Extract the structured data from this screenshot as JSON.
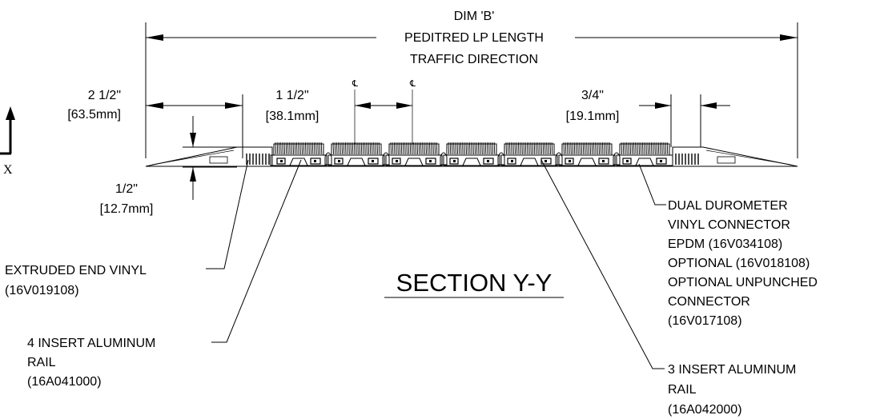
{
  "dimensions": {
    "overall_line1": "DIM 'B'",
    "overall_line2": "PEDITRED LP LENGTH",
    "overall_line3": "TRAFFIC DIRECTION",
    "ramp_width_in": "2 1/2\"",
    "ramp_width_mm": "[63.5mm]",
    "pitch_in": "1 1/2\"",
    "pitch_mm": "[38.1mm]",
    "gap_in": "3/4\"",
    "gap_mm": "[19.1mm]",
    "height_in": "1/2\"",
    "height_mm": "[12.7mm]",
    "centerline_symbol": "CL"
  },
  "axis": {
    "label": "X"
  },
  "section_title": "SECTION Y-Y",
  "callouts": {
    "end_vinyl": {
      "line1": "EXTRUDED END VINYL",
      "line2": "(16V019108)"
    },
    "rail_4": {
      "line1": "4 INSERT ALUMINUM",
      "line2": "RAIL",
      "line3": "(16A041000)"
    },
    "rail_3": {
      "line1": "3 INSERT ALUMINUM",
      "line2": "RAIL",
      "line3": "(16A042000)"
    },
    "connector": {
      "line1": "DUAL DUROMETER",
      "line2": "VINYL CONNECTOR",
      "line3": "EPDM (16V034108)",
      "line4": "OPTIONAL (16V018108)",
      "line5": "OPTIONAL UNPUNCHED",
      "line6": "CONNECTOR",
      "line7": "(16V017108)"
    }
  }
}
